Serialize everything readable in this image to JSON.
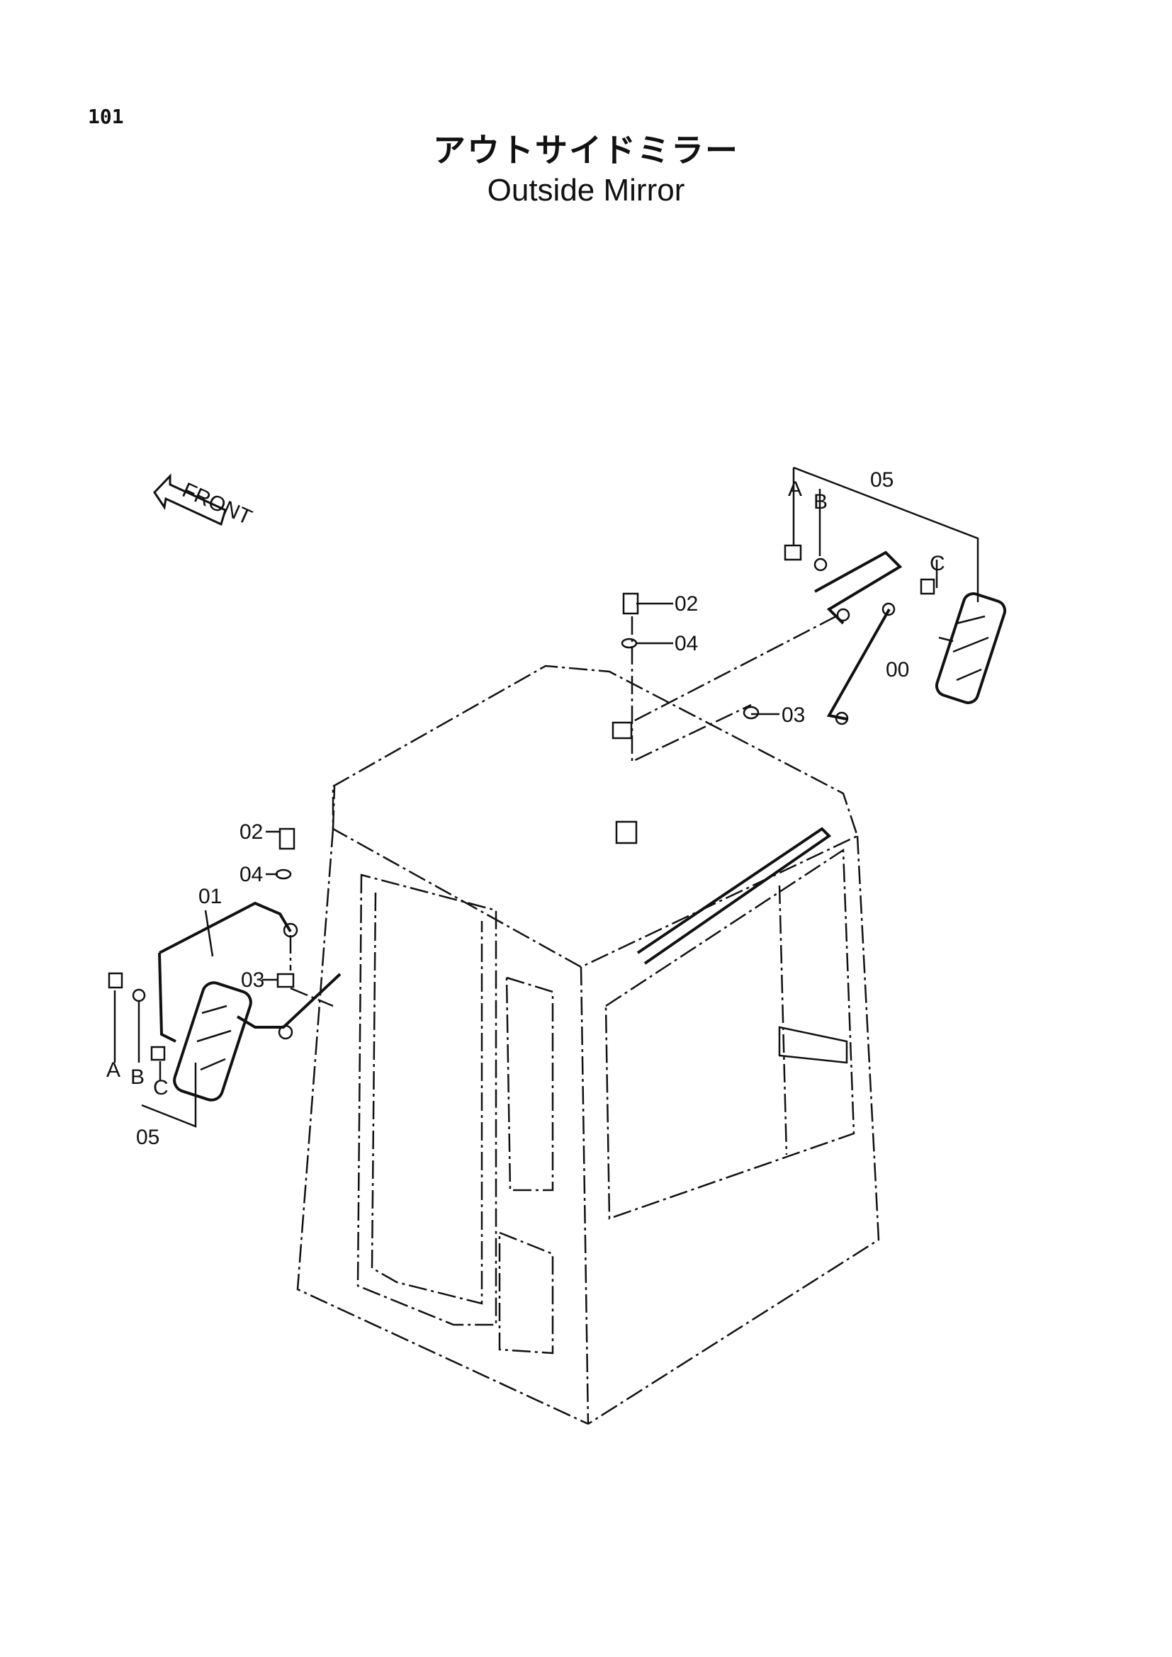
{
  "page_number": "101",
  "title_jp": "アウトサイドミラー",
  "title_en": "Outside Mirror",
  "front_indicator": "FRONT",
  "callouts": {
    "right_assembly": "05",
    "right_a": "A",
    "right_b": "B",
    "right_c": "C",
    "right_bolt": "02",
    "right_washer": "04",
    "right_nut": "03",
    "right_stay": "00",
    "left_bolt": "02",
    "left_washer": "04",
    "left_stay": "01",
    "left_nut": "03",
    "left_a": "A",
    "left_b": "B",
    "left_c": "C",
    "left_assembly": "05"
  }
}
